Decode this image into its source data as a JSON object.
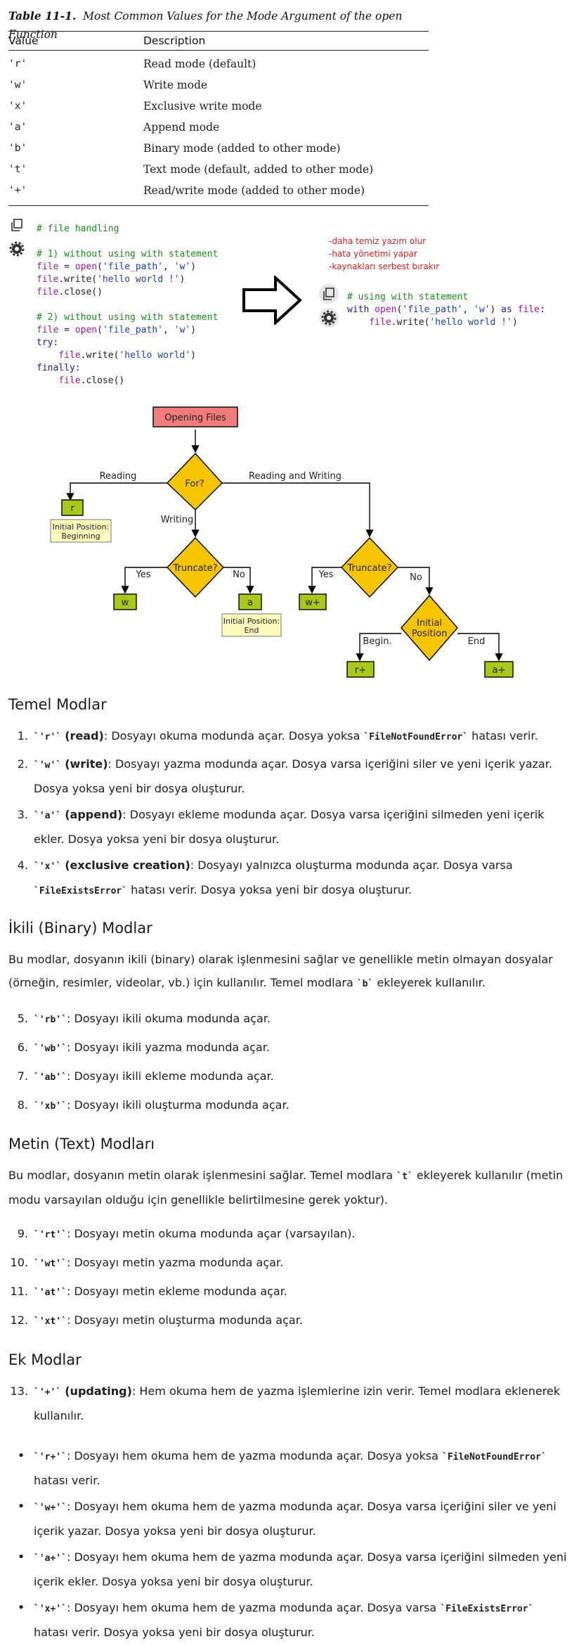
{
  "table": {
    "caption_num": "Table 11-1.",
    "caption_text": "Most Common Values for the Mode Argument of the open Function",
    "col_value": "Value",
    "col_desc": "Description",
    "rows": [
      {
        "value": "'r'",
        "desc": "Read mode (default)"
      },
      {
        "value": "'w'",
        "desc": "Write mode"
      },
      {
        "value": "'x'",
        "desc": "Exclusive write mode"
      },
      {
        "value": "'a'",
        "desc": "Append mode"
      },
      {
        "value": "'b'",
        "desc": "Binary mode (added to other mode)"
      },
      {
        "value": "'t'",
        "desc": "Text mode (default, added to other mode)"
      },
      {
        "value": "'+'",
        "desc": "Read/write mode (added to other mode)"
      }
    ]
  },
  "code_left": {
    "c0": "# file handling",
    "c1": "# 1) without using with statement",
    "l1a": "file",
    "l1b": " = ",
    "l1c": "open",
    "l1d": "(",
    "l1e": "'file_path'",
    "l1f": ", ",
    "l1g": "'w'",
    "l1h": ")",
    "l2a": "file",
    "l2b": ".write(",
    "l2c": "'hello world !'",
    "l2d": ")",
    "l3a": "file",
    "l3b": ".close()",
    "c2": "# 2) without using with statement",
    "l4a": "file",
    "l4b": " = ",
    "l4c": "open",
    "l4d": "(",
    "l4e": "'file_path'",
    "l4f": ", ",
    "l4g": "'w'",
    "l4h": ")",
    "l5": "try",
    "l5b": ":",
    "l6a": "    file",
    "l6b": ".write(",
    "l6c": "'hello world'",
    "l6d": ")",
    "l7": "finally",
    "l7b": ":",
    "l8a": "    file",
    "l8b": ".close()"
  },
  "notes": [
    "-daha temiz yazım olur",
    "-hata yönetimi yapar",
    "-kaynakları serbest bırakır"
  ],
  "code_right": {
    "c0": "# using with statement",
    "l1a": "with ",
    "l1b": "open",
    "l1c": "(",
    "l1d": "'file_path'",
    "l1e": ", ",
    "l1f": "'w'",
    "l1g": ") ",
    "l1h": "as",
    "l1i": " ",
    "l1j": "file",
    "l1k": ":",
    "l2a": "    file",
    "l2b": ".write(",
    "l2c": "'hello world !'",
    "l2d": ")"
  },
  "icons": {
    "copy": "copy-icon",
    "settings": "gear-icon",
    "arrow": "right-arrow-icon"
  },
  "diagram": {
    "start": "Opening Files",
    "for_q": "For?",
    "reading": "Reading",
    "reading_writing": "Reading and Writing",
    "writing": "Writing",
    "r": "r",
    "init_begin_1": "Initial Position:",
    "init_begin_2": "Beginning",
    "truncate_left": "Truncate?",
    "truncate_right": "Truncate?",
    "yes_l": "Yes",
    "no_l": "No",
    "yes_r": "Yes",
    "no_r": "No",
    "w": "w",
    "a": "a",
    "w_plus": "w+",
    "init_end_1": "Initial Position:",
    "init_end_2": "End",
    "initial_position_1": "Initial",
    "initial_position_2": "Position",
    "begin": "Begin.",
    "end": "End",
    "r_plus": "r+",
    "a_plus": "a+",
    "colors": {
      "start": "#f27c7c",
      "decision": "#f7c400",
      "result": "#a7c91a",
      "note": "#fffbbd"
    }
  },
  "sections": {
    "temel": {
      "title": "Temel Modlar",
      "items": [
        {
          "num": "1.",
          "code": "`'r'`",
          "bold": "(read)",
          "text": ": Dosyayı okuma modunda açar. Dosya yoksa ",
          "code2": "`FileNotFoundError`",
          "text2": " hatası verir."
        },
        {
          "num": "2.",
          "code": "`'w'`",
          "bold": "(write)",
          "text": ": Dosyayı yazma modunda açar. Dosya varsa içeriğini siler ve yeni içerik yazar. Dosya yoksa yeni bir dosya oluşturur."
        },
        {
          "num": "3.",
          "code": "`'a'`",
          "bold": "(append)",
          "text": ": Dosyayı ekleme modunda açar. Dosya varsa içeriğini silmeden yeni içerik ekler. Dosya yoksa yeni bir dosya oluşturur."
        },
        {
          "num": "4.",
          "code": "`'x'`",
          "bold": "(exclusive creation)",
          "text": ": Dosyayı yalnızca oluşturma modunda açar. Dosya varsa ",
          "code2": "`FileExistsError`",
          "text2": " hatası verir. Dosya yoksa yeni bir dosya oluşturur."
        }
      ]
    },
    "binary": {
      "title": "İkili (Binary) Modlar",
      "intro1": "Bu modlar, dosyanın ikili (binary) olarak işlenmesini sağlar ve genellikle metin olmayan dosyalar (örneğin, resimler, videolar, vb.) için kullanılır. Temel modlara ",
      "intro_code": "`b`",
      "intro2": " ekleyerek kullanılır.",
      "items": [
        {
          "num": "5.",
          "code": "`'rb'`",
          "text": ": Dosyayı ikili okuma modunda açar."
        },
        {
          "num": "6.",
          "code": "`'wb'`",
          "text": ": Dosyayı ikili yazma modunda açar."
        },
        {
          "num": "7.",
          "code": "`'ab'`",
          "text": ": Dosyayı ikili ekleme modunda açar."
        },
        {
          "num": "8.",
          "code": "`'xb'`",
          "text": ": Dosyayı ikili oluşturma modunda açar."
        }
      ]
    },
    "text": {
      "title": "Metin (Text) Modları",
      "intro1": "Bu modlar, dosyanın metin olarak işlenmesini sağlar. Temel modlara ",
      "intro_code": "`t`",
      "intro2": " ekleyerek kullanılır (metin modu varsayılan olduğu için genellikle belirtilmesine gerek yoktur).",
      "items": [
        {
          "num": "9.",
          "code": "`'rt'`",
          "text": ": Dosyayı metin okuma modunda açar (varsayılan)."
        },
        {
          "num": "10.",
          "code": "`'wt'`",
          "text": ": Dosyayı metin yazma modunda açar."
        },
        {
          "num": "11.",
          "code": "`'at'`",
          "text": ": Dosyayı metin ekleme modunda açar."
        },
        {
          "num": "12.",
          "code": "`'xt'`",
          "text": ": Dosyayı metin oluşturma modunda açar."
        }
      ]
    },
    "ek": {
      "title": "Ek Modlar",
      "item": {
        "num": "13.",
        "code": "`'+'`",
        "bold": "(updating)",
        "text": ": Hem okuma hem de yazma işlemlerine izin verir. Temel modlara eklenerek kullanılır."
      },
      "bullets": [
        {
          "code": "`'r+'`",
          "text": ": Dosyayı hem okuma hem de yazma modunda açar. Dosya yoksa ",
          "code2": "`FileNotFoundError`",
          "text2": " hatası verir."
        },
        {
          "code": "`'w+'`",
          "text": ": Dosyayı hem okuma hem de yazma modunda açar. Dosya varsa içeriğini siler ve yeni içerik yazar. Dosya yoksa yeni bir dosya oluşturur."
        },
        {
          "code": "`'a+'`",
          "text": ": Dosyayı hem okuma hem de yazma modunda açar. Dosya varsa içeriğini silmeden yeni içerik ekler. Dosya yoksa yeni bir dosya oluşturur."
        },
        {
          "code": "`'x+'`",
          "text": ": Dosyayı hem okuma hem de yazma modunda açar. Dosya varsa ",
          "code2": "`FileExistsError`",
          "text2": " hatası verir. Dosya yoksa yeni bir dosya oluşturur."
        }
      ]
    }
  }
}
